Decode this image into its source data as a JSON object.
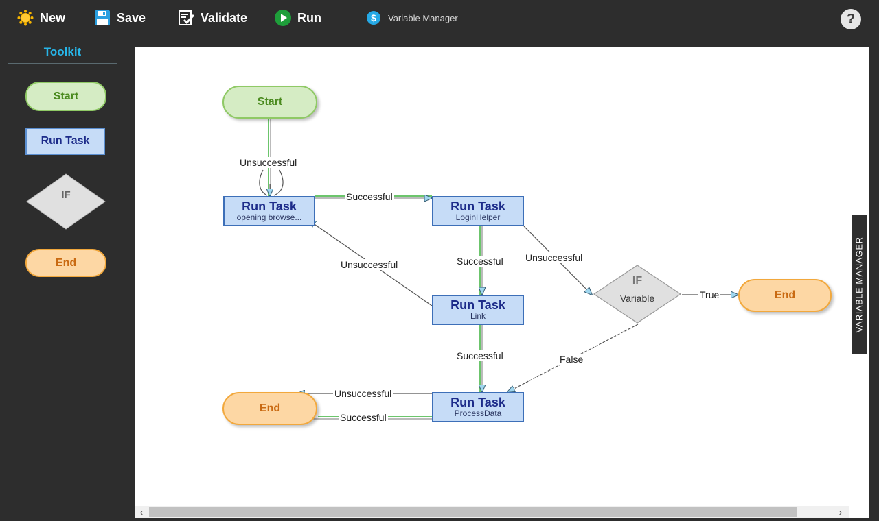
{
  "toolbar": {
    "new_label": "New",
    "save_label": "Save",
    "validate_label": "Validate",
    "run_label": "Run",
    "variable_manager_label": "Variable Manager",
    "help_label": "?"
  },
  "toolkit": {
    "title": "Toolkit",
    "items": [
      {
        "label": "Start",
        "type": "start"
      },
      {
        "label": "Run Task",
        "type": "task"
      },
      {
        "label": "IF",
        "type": "if"
      },
      {
        "label": "End",
        "type": "end"
      }
    ]
  },
  "flow": {
    "start": {
      "label": "Start"
    },
    "task1": {
      "title": "Run Task",
      "sub": "opening browse..."
    },
    "task2": {
      "title": "Run Task",
      "sub": "LoginHelper"
    },
    "task3": {
      "title": "Run Task",
      "sub": "Link"
    },
    "task4": {
      "title": "Run Task",
      "sub": "ProcessData"
    },
    "if1": {
      "title": "IF",
      "sub": "Variable"
    },
    "end1": {
      "label": "End"
    },
    "end2": {
      "label": "End"
    },
    "edges": {
      "start_task1": "Unsuccessful",
      "task1_task2": "Successful",
      "task2_task3": "Successful",
      "task3_task1": "Unsuccessful",
      "task2_if": "Unsuccessful",
      "if_end": "True",
      "if_task4": "False",
      "task3_task4": "Successful",
      "task4_end_unsuccessful": "Unsuccessful",
      "task4_end_successful": "Successful"
    }
  },
  "side_tab": {
    "label": "VARIABLE MANAGER"
  },
  "scrollbar": {
    "left_arrow": "‹",
    "right_arrow": "›"
  },
  "colors": {
    "background": "#2d2d2d",
    "accent": "#27b5e8",
    "start_fill": "#d5ecc4",
    "task_fill": "#c6dcf7",
    "end_fill": "#fdd7a4",
    "if_fill": "#e0e0e0"
  }
}
